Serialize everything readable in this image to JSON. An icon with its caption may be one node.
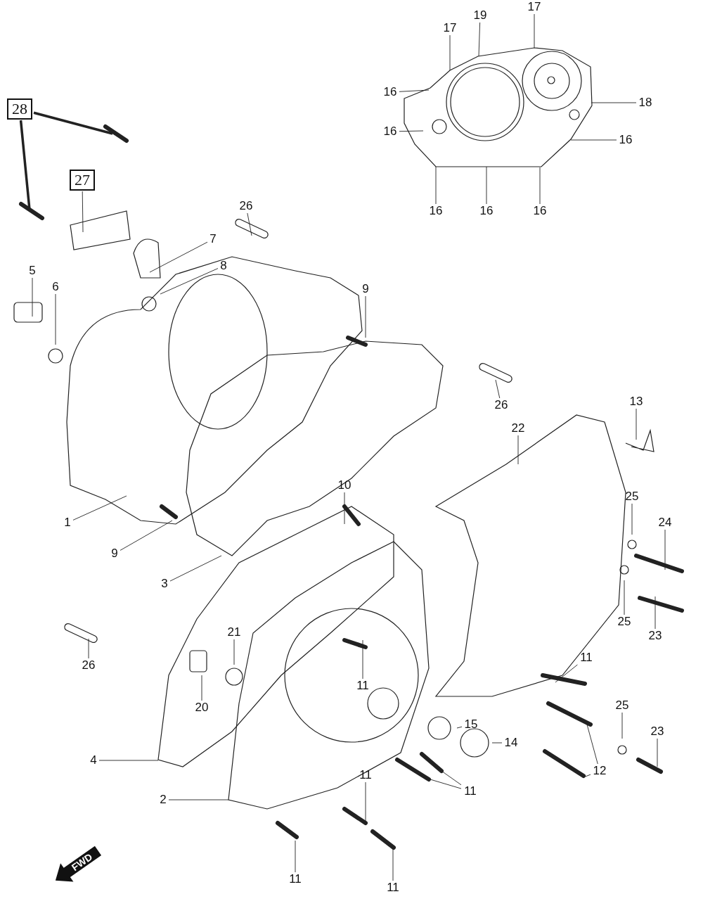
{
  "diagram": {
    "nodes": [
      {
        "text": [
          "16"
        ]
      },
      {
        "text": [
          "19"
        ]
      },
      {
        "text": [
          "17"
        ]
      },
      {
        "text": [
          "17"
        ]
      },
      {
        "text": [
          "16"
        ]
      },
      {
        "text": [
          "18"
        ]
      },
      {
        "text": [
          "16"
        ]
      },
      {
        "text": [
          "16"
        ]
      },
      {
        "text": [
          "16"
        ]
      },
      {
        "text": [
          "16"
        ]
      },
      {
        "text": [
          "28"
        ]
      },
      {
        "text": [
          "27"
        ]
      },
      {
        "text": [
          "26"
        ]
      },
      {
        "text": [
          "7"
        ]
      },
      {
        "text": [
          "5"
        ]
      },
      {
        "text": [
          "8"
        ]
      },
      {
        "text": [
          "6"
        ]
      },
      {
        "text": [
          "9"
        ]
      },
      {
        "text": [
          "26"
        ]
      },
      {
        "text": [
          "13"
        ]
      },
      {
        "text": [
          "22"
        ]
      },
      {
        "text": [
          "1"
        ]
      },
      {
        "text": [
          "10"
        ]
      },
      {
        "text": [
          "25"
        ]
      },
      {
        "text": [
          "9"
        ]
      },
      {
        "text": [
          "24"
        ]
      },
      {
        "text": [
          "3"
        ]
      },
      {
        "text": [
          "25"
        ]
      },
      {
        "text": [
          "23"
        ]
      },
      {
        "text": [
          "26"
        ]
      },
      {
        "text": [
          "21"
        ]
      },
      {
        "text": [
          "11"
        ]
      },
      {
        "text": [
          "11"
        ]
      },
      {
        "text": [
          "20"
        ]
      },
      {
        "text": [
          "25"
        ]
      },
      {
        "text": [
          "23"
        ]
      },
      {
        "text": [
          "15"
        ]
      },
      {
        "text": [
          "14"
        ]
      },
      {
        "text": [
          "4"
        ]
      },
      {
        "text": [
          "11"
        ]
      },
      {
        "text": [
          "12"
        ]
      },
      {
        "text": [
          "11"
        ]
      },
      {
        "text": [
          "2"
        ]
      },
      {
        "text": [
          "11"
        ]
      },
      {
        "text": [
          "11"
        ]
      }
    ],
    "edges": [
      {
        "from": 0,
        "to": null,
        "arrow": "none"
      },
      {
        "from": 1,
        "to": null,
        "arrow": "none"
      },
      {
        "from": 2,
        "to": null,
        "arrow": "none"
      },
      {
        "from": 3,
        "to": null,
        "arrow": "none"
      },
      {
        "from": 4,
        "to": null,
        "arrow": "none"
      },
      {
        "from": 5,
        "to": null,
        "arrow": "none"
      },
      {
        "from": 6,
        "to": null,
        "arrow": "none"
      },
      {
        "from": 7,
        "to": null,
        "arrow": "none"
      },
      {
        "from": 8,
        "to": null,
        "arrow": "none"
      },
      {
        "from": 9,
        "to": null,
        "arrow": "none"
      },
      {
        "from": 10,
        "to": null,
        "arrow": "none",
        "style": "thick"
      },
      {
        "from": 10,
        "to": null,
        "arrow": "none",
        "style": "thick"
      },
      {
        "from": 11,
        "to": null,
        "arrow": "none"
      },
      {
        "from": 12,
        "to": null,
        "arrow": "none"
      },
      {
        "from": 13,
        "to": null,
        "arrow": "none"
      },
      {
        "from": 14,
        "to": null,
        "arrow": "none"
      },
      {
        "from": 15,
        "to": null,
        "arrow": "none"
      },
      {
        "from": 16,
        "to": null,
        "arrow": "none"
      },
      {
        "from": 17,
        "to": null,
        "arrow": "none"
      },
      {
        "from": 18,
        "to": null,
        "arrow": "none"
      },
      {
        "from": 19,
        "to": null,
        "arrow": "none"
      },
      {
        "from": 20,
        "to": null,
        "arrow": "none"
      },
      {
        "from": 21,
        "to": null,
        "arrow": "none"
      },
      {
        "from": 22,
        "to": null,
        "arrow": "none"
      },
      {
        "from": 23,
        "to": null,
        "arrow": "none"
      },
      {
        "from": 24,
        "to": null,
        "arrow": "none"
      },
      {
        "from": 25,
        "to": null,
        "arrow": "none"
      },
      {
        "from": 26,
        "to": null,
        "arrow": "none"
      },
      {
        "from": 27,
        "to": null,
        "arrow": "none"
      },
      {
        "from": 28,
        "to": null,
        "arrow": "none"
      },
      {
        "from": 29,
        "to": null,
        "arrow": "none"
      },
      {
        "from": 30,
        "to": null,
        "arrow": "none"
      },
      {
        "from": 31,
        "to": null,
        "arrow": "none"
      },
      {
        "from": 32,
        "to": null,
        "arrow": "none"
      },
      {
        "from": 33,
        "to": null,
        "arrow": "none"
      },
      {
        "from": 34,
        "to": null,
        "arrow": "none"
      },
      {
        "from": 35,
        "to": null,
        "arrow": "none"
      },
      {
        "from": 36,
        "to": null,
        "arrow": "none"
      },
      {
        "from": 37,
        "to": null,
        "arrow": "none"
      },
      {
        "from": 38,
        "to": null,
        "arrow": "none"
      },
      {
        "from": 39,
        "to": null,
        "arrow": "none"
      },
      {
        "from": 40,
        "to": null,
        "arrow": "none"
      },
      {
        "from": 40,
        "to": null,
        "arrow": "none"
      },
      {
        "from": 41,
        "to": null,
        "arrow": "none"
      },
      {
        "from": 41,
        "to": null,
        "arrow": "none"
      },
      {
        "from": 42,
        "to": null,
        "arrow": "none"
      },
      {
        "from": 43,
        "to": null,
        "arrow": "none"
      },
      {
        "from": 44,
        "to": null,
        "arrow": "none"
      }
    ],
    "labels": [
      "FWD"
    ]
  }
}
